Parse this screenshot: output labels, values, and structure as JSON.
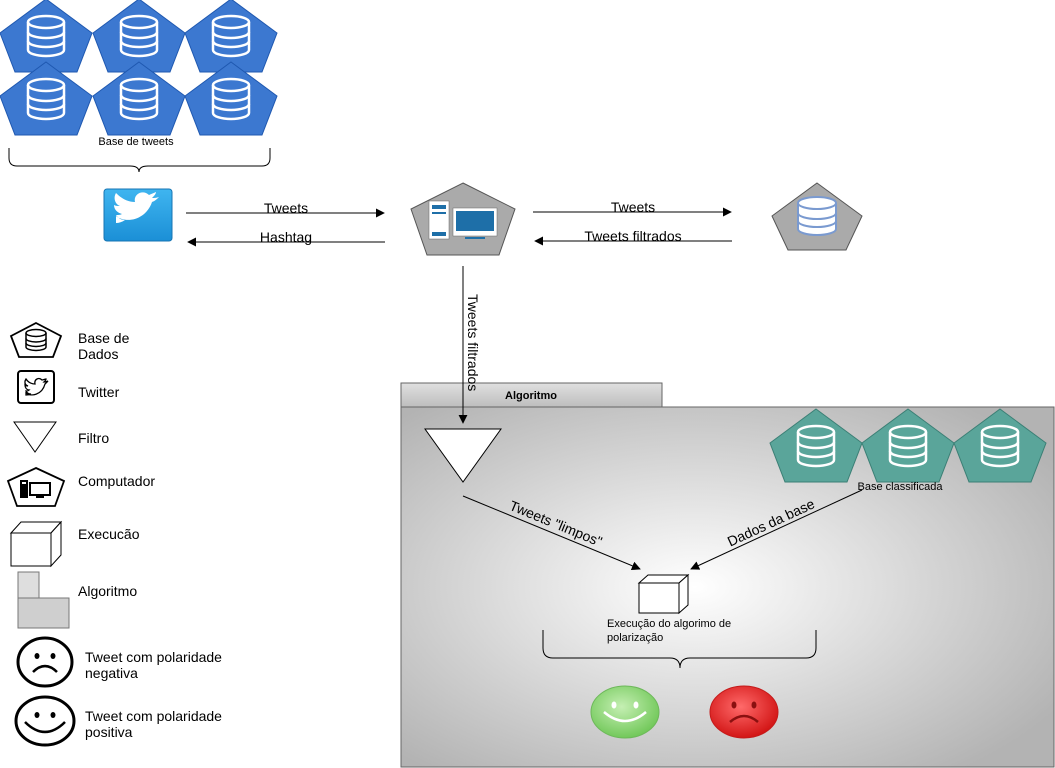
{
  "top_group_label": "Base de tweets",
  "flow": {
    "twitter_to_computer": "Tweets",
    "computer_to_twitter": "Hashtag",
    "computer_to_database": "Tweets",
    "database_to_computer": "Tweets filtrados",
    "computer_to_filter": "Tweets filtrados"
  },
  "algorithm_panel": {
    "title": "Algoritmo",
    "filter_to_execution": "Tweets \"limpos\"",
    "base_to_execution": "Dados da base",
    "base_label": "Base classificada",
    "execution_label_line1": "Execução do algorimo de",
    "execution_label_line2": "polarização"
  },
  "legend": {
    "database_line1": "Base de",
    "database_line2": "Dados",
    "twitter": "Twitter",
    "filter": "Filtro",
    "computer": "Computador",
    "execution": "Execucão",
    "algorithm": "Algoritmo",
    "negative_line1": "Tweet com polaridade",
    "negative_line2": "negativa",
    "positive_line1": "Tweet com polaridade",
    "positive_line2": "positiva"
  },
  "colors": {
    "tweet_db_blue": "#3c78d0",
    "classified_db_teal": "#5aa59a",
    "server_gray": "#aaaaaa",
    "twitter_blue": "#1da1e8",
    "positive_green": "#7ed36a",
    "negative_red": "#e11a1a"
  }
}
